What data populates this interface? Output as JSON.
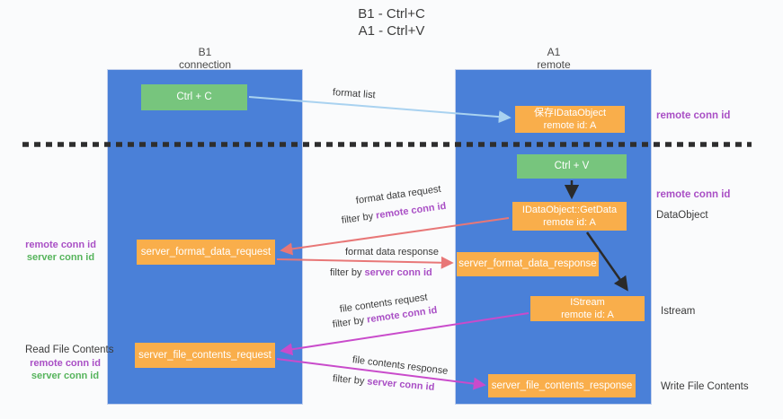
{
  "title": {
    "line1": "B1 - Ctrl+C",
    "line2": "A1 - Ctrl+V"
  },
  "columns": {
    "left": {
      "name": "B1",
      "role": "connection"
    },
    "right": {
      "name": "A1",
      "role": "remote"
    }
  },
  "nodes": {
    "ctrl_c": {
      "label": "Ctrl + C"
    },
    "ctrl_v": {
      "label": "Ctrl + V"
    },
    "save_idataobject": {
      "line1": "保存IDataObject",
      "line2": "remote id: A"
    },
    "idataobject_getdata": {
      "line1": "IDataObject::GetData",
      "line2": "remote id: A"
    },
    "istream": {
      "line1": "IStream",
      "line2": "remote id: A"
    },
    "server_format_data_request": {
      "label": "server_format_data_request"
    },
    "server_format_data_response": {
      "label": "server_format_data_response"
    },
    "server_file_contents_request": {
      "label": "server_file_contents_request"
    },
    "server_file_contents_response": {
      "label": "server_file_contents_response"
    }
  },
  "edges": {
    "format_list": "format list",
    "format_data_request": "format data request",
    "format_data_response": "format data response",
    "file_contents_request": "file contents request",
    "file_contents_response": "file contents response",
    "filter_by": "filter by",
    "remote_conn_id": "remote conn id",
    "server_conn_id": "server conn id"
  },
  "side_labels": {
    "remote_conn_id": "remote conn id",
    "server_conn_id": "server conn id",
    "dataobject": "DataObject",
    "istream": "Istream",
    "read_file_contents": "Read File Contents",
    "write_file_contents": "Write File Contents"
  },
  "colors": {
    "column_blue": "#4a80d8",
    "node_green": "#77c57d",
    "node_orange": "#f9ae4b",
    "arrow_red": "#e87777",
    "arrow_magenta": "#c94bcb",
    "arrow_lightblue": "#a9d2f0",
    "arrow_black": "#2a2a2a",
    "label_purple": "#a94fc5",
    "label_green": "#56b45c"
  }
}
